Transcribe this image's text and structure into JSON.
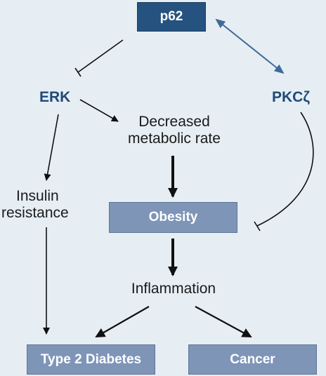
{
  "nodes": {
    "p62": "p62",
    "erk": "ERK",
    "pkc": "PKCζ",
    "decreased_line1": "Decreased",
    "decreased_line2": "metabolic rate",
    "insulin_line1": "Insulin",
    "insulin_line2": "resistance",
    "obesity": "Obesity",
    "inflammation": "Inflammation",
    "diabetes": "Type 2 Diabetes",
    "cancer": "Cancer"
  },
  "colors": {
    "background": "#e6eef4",
    "dark_box": "#25527f",
    "light_box": "#7e95b8",
    "bold_label": "#1f4a78",
    "arrow": "#111111",
    "double_arrow": "#3f6b98"
  }
}
